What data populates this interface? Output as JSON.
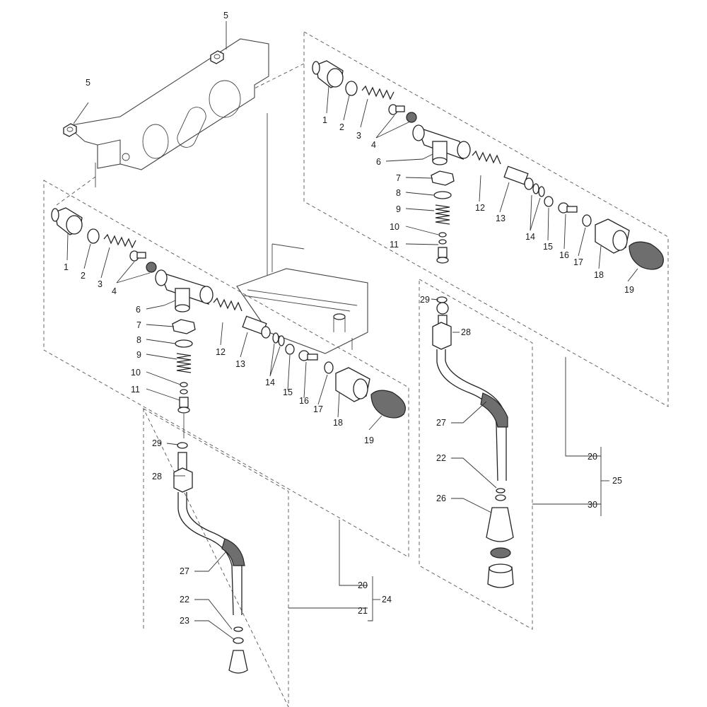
{
  "diagram": {
    "callouts": {
      "frame_nut_upper": "5",
      "frame_nut_left": "5",
      "left": {
        "p1": "1",
        "p2": "2",
        "p3": "3",
        "p4": "4",
        "p6": "6",
        "p7": "7",
        "p8": "8",
        "p9": "9",
        "p10": "10",
        "p11": "11",
        "p12": "12",
        "p13": "13",
        "p14": "14",
        "p15": "15",
        "p16": "16",
        "p17": "17",
        "p18": "18",
        "p19": "19"
      },
      "right": {
        "p1": "1",
        "p2": "2",
        "p3": "3",
        "p4": "4",
        "p6": "6",
        "p7": "7",
        "p8": "8",
        "p9": "9",
        "p10": "10",
        "p11": "11",
        "p12": "12",
        "p13": "13",
        "p14": "14",
        "p15": "15",
        "p16": "16",
        "p17": "17",
        "p18": "18",
        "p19": "19"
      },
      "left_wand": {
        "p29": "29",
        "p28": "28",
        "p27": "27",
        "p22": "22",
        "p23": "23",
        "p20": "20",
        "p21": "21",
        "group": "24"
      },
      "right_wand": {
        "p29": "29",
        "p28": "28",
        "p27": "27",
        "p22": "22",
        "p26": "26",
        "p20": "20",
        "p30": "30",
        "group": "25"
      }
    }
  }
}
